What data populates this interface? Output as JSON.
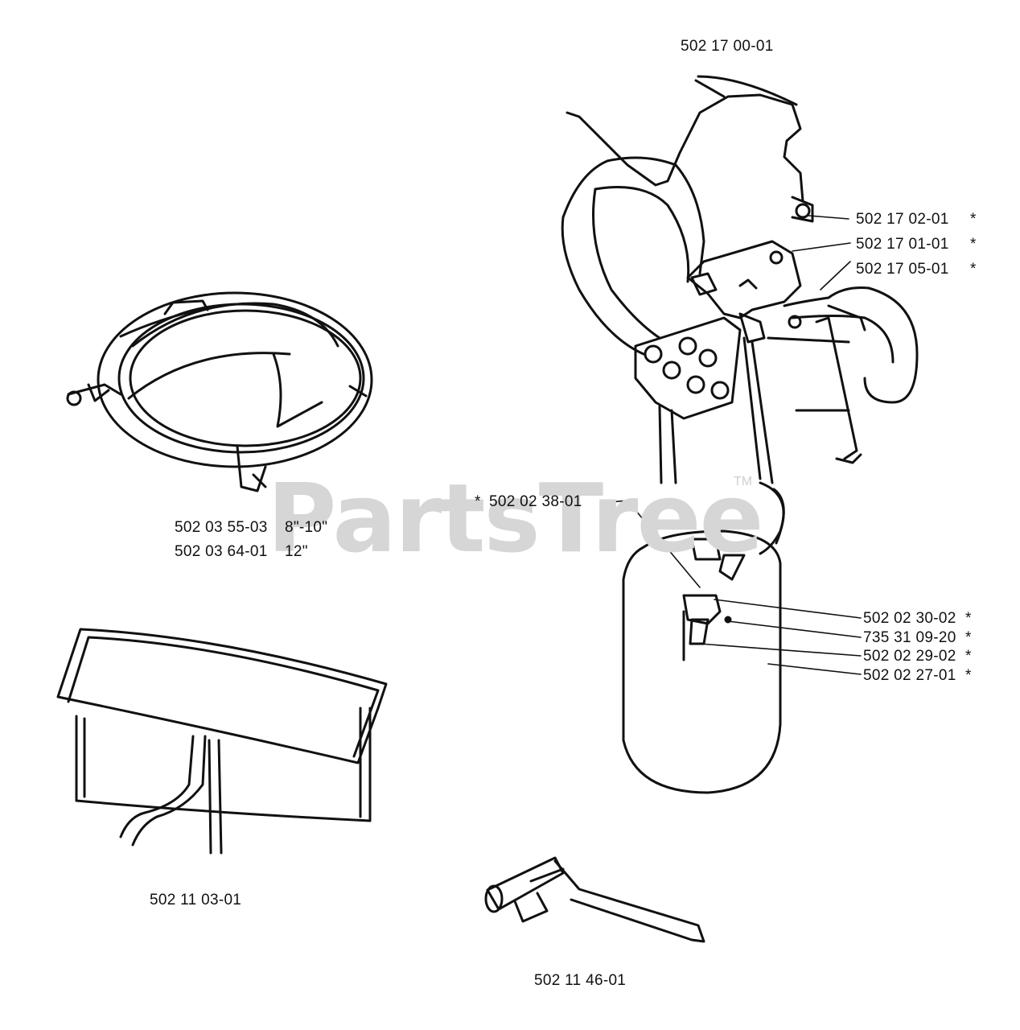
{
  "watermark": {
    "text": "PartsTree",
    "tm": "TM"
  },
  "parts": {
    "harness_main": "502 17 00-01",
    "harness_buckle": "502 17 02-01",
    "harness_plate": "502 17 01-01",
    "harness_hook": "502 17 05-01",
    "guard_bracket": "502 02 38-01",
    "guard_clamp": "502 02 30-02",
    "guard_screw": "735 31 09-20",
    "guard_nut": "502 02 29-02",
    "guard_shield": "502 02 27-01",
    "ring_small_num": "502 03 55-03",
    "ring_small_size": "8\"-10\"",
    "ring_large_num": "502 03 64-01",
    "ring_large_size": "12\"",
    "bag": "502 11 03-01",
    "wrench": "502 11 46-01"
  },
  "markers": {
    "star": "*"
  }
}
